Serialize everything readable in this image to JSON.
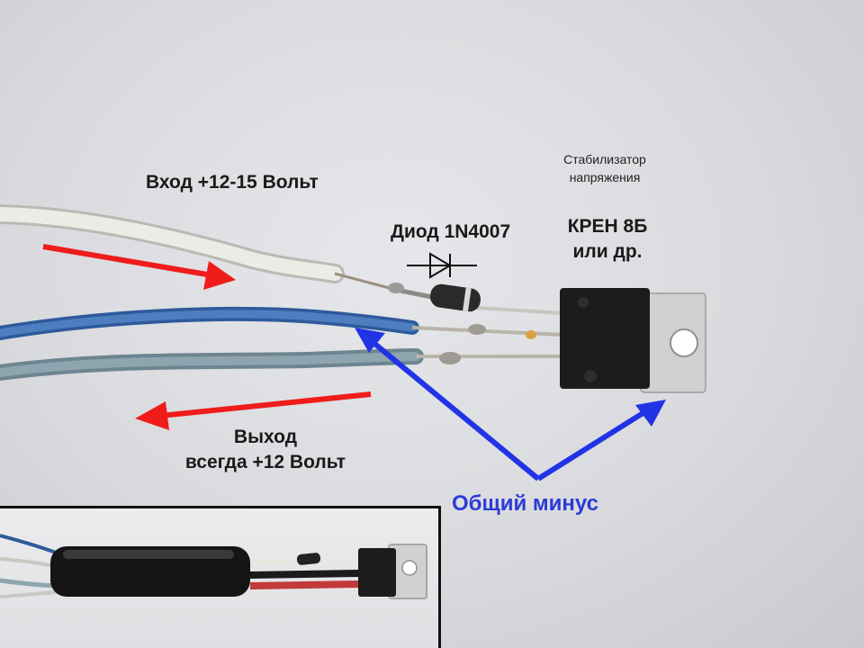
{
  "labels": {
    "input": "Вход  +12-15 Вольт",
    "diode": "Диод 1N4007",
    "stabilizer_line1": "Стабилизатор",
    "stabilizer_line2": "напряжения",
    "regulator_line1": "КРЕН 8Б",
    "regulator_line2": "или др.",
    "output_line1": "Выход",
    "output_line2": "всегда +12 Вольт",
    "common_minus": "Общий минус"
  },
  "colors": {
    "input_arrow": "#f01c1c",
    "output_arrow": "#f01c1c",
    "minus_arrows": "#2233e6",
    "minus_label": "#2b3cd6"
  }
}
